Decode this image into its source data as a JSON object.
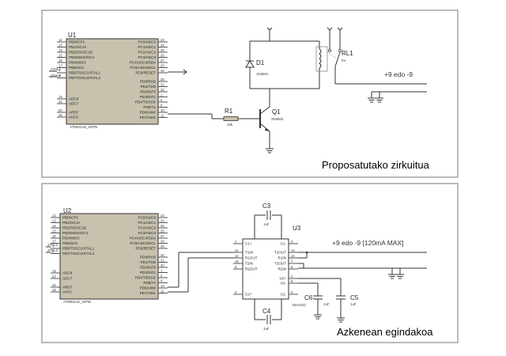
{
  "top": {
    "caption": "Proposatutako zirkuitua",
    "chip": {
      "ref": "U1",
      "part": "ATMEGA8_32PIN",
      "left_pins": [
        {
          "num": "12",
          "label": "PB0/ICP1"
        },
        {
          "num": "13",
          "label": "PB1/OC1A"
        },
        {
          "num": "14",
          "label": "PB2/SS/OC1B"
        },
        {
          "num": "15",
          "label": "PB3/MOSI/OC2"
        },
        {
          "num": "16",
          "label": "PB4/MISO"
        },
        {
          "num": "17",
          "label": "PB5/SCK"
        },
        {
          "num": "7",
          "label": "PB6/TOSC1/XTAL1"
        },
        {
          "num": "8",
          "label": "PB7/TOSC2/XTAL2"
        },
        {
          "num": "19",
          "label": "ADC6"
        },
        {
          "num": "22",
          "label": "ADC7"
        },
        {
          "num": "20",
          "label": "AREF"
        },
        {
          "num": "18",
          "label": "AVCC"
        }
      ],
      "right_pins": [
        {
          "num": "23",
          "label": "PC0/ADC0"
        },
        {
          "num": "24",
          "label": "PC1/ADC1"
        },
        {
          "num": "25",
          "label": "PC2/ADC2"
        },
        {
          "num": "26",
          "label": "PC3/ADC3"
        },
        {
          "num": "27",
          "label": "PC4/ADC4/SDA"
        },
        {
          "num": "28",
          "label": "PC5/ADC5/SCL"
        },
        {
          "num": "29",
          "label": "PC6/RESET"
        },
        {
          "num": "30",
          "label": "PD0/RXD"
        },
        {
          "num": "31",
          "label": "PD1/TXD"
        },
        {
          "num": "32",
          "label": "PD2/INT0"
        },
        {
          "num": "1",
          "label": "PD3/INT1"
        },
        {
          "num": "2",
          "label": "PD4/T0/XCK"
        },
        {
          "num": "9",
          "label": "PD5/T1"
        },
        {
          "num": "10",
          "label": "PD6/AIN0"
        },
        {
          "num": "11",
          "label": "PD7/AIN1"
        }
      ],
      "xtal_labels": [
        "XTAL1",
        "XTAL2"
      ]
    },
    "d1": {
      "ref": "D1",
      "part": "1N4001"
    },
    "r1": {
      "ref": "R1",
      "value": "10k"
    },
    "q1": {
      "ref": "Q1",
      "part": "2N3904"
    },
    "rl1": {
      "ref": "RL1",
      "value": "5V"
    },
    "output_label": "+9 edo -9"
  },
  "bottom": {
    "caption": "Azkenean egindakoa",
    "chip": {
      "ref": "U2",
      "part": "ATMEGA8_32PIN",
      "left_pins": [
        {
          "num": "12",
          "label": "PB0/ICP1"
        },
        {
          "num": "13",
          "label": "PB1/OC1A"
        },
        {
          "num": "14",
          "label": "PB2/SS/OC1B"
        },
        {
          "num": "15",
          "label": "PB3/MOSI/OC2"
        },
        {
          "num": "16",
          "label": "PB4/MISO"
        },
        {
          "num": "17",
          "label": "PB5/SCK"
        },
        {
          "num": "7",
          "label": "PB6/TOSC1/XTAL1"
        },
        {
          "num": "8",
          "label": "PB7/TOSC2/XTAL2"
        },
        {
          "num": "19",
          "label": "ADC6"
        },
        {
          "num": "22",
          "label": "ADC7"
        },
        {
          "num": "20",
          "label": "AREF"
        },
        {
          "num": "18",
          "label": "AVCC"
        }
      ],
      "right_pins": [
        {
          "num": "23",
          "label": "PC0/ADC0"
        },
        {
          "num": "24",
          "label": "PC1/ADC1"
        },
        {
          "num": "25",
          "label": "PC2/ADC2"
        },
        {
          "num": "26",
          "label": "PC3/ADC3"
        },
        {
          "num": "27",
          "label": "PC4/ADC4/SDA"
        },
        {
          "num": "28",
          "label": "PC5/ADC5/SCL"
        },
        {
          "num": "29",
          "label": "PC6/RESET"
        },
        {
          "num": "30",
          "label": "PD0/RXD"
        },
        {
          "num": "31",
          "label": "PD1/TXD"
        },
        {
          "num": "32",
          "label": "PD2/INT0"
        },
        {
          "num": "1",
          "label": "PD3/INT1"
        },
        {
          "num": "2",
          "label": "PD4/T0/XCK"
        },
        {
          "num": "9",
          "label": "PD5/T1"
        },
        {
          "num": "10",
          "label": "PD6/AIN0"
        },
        {
          "num": "11",
          "label": "PD7/AIN1"
        }
      ],
      "xtal_labels": [
        "XTAL1",
        "XTAL2"
      ]
    },
    "max": {
      "ref": "U3",
      "part": "MAX232",
      "left_pins": [
        {
          "num": "1",
          "label": "C1+"
        },
        {
          "num": "11",
          "label": "T1IN"
        },
        {
          "num": "12",
          "label": "R1OUT"
        },
        {
          "num": "10",
          "label": "T2IN"
        },
        {
          "num": "9",
          "label": "R2OUT"
        },
        {
          "num": "4",
          "label": "C2+"
        }
      ],
      "right_pins": [
        {
          "num": "3",
          "label": "C1-"
        },
        {
          "num": "14",
          "label": "T1OUT"
        },
        {
          "num": "13",
          "label": "R1IN"
        },
        {
          "num": "7",
          "label": "T2OUT"
        },
        {
          "num": "8",
          "label": "R2IN"
        },
        {
          "num": "2",
          "label": "VS+"
        },
        {
          "num": "6",
          "label": "VS-"
        },
        {
          "num": "5",
          "label": "C2-"
        }
      ]
    },
    "caps": {
      "c3": "C3",
      "c4": "C4",
      "c5": "C5",
      "c6": "C6"
    },
    "cap_values": {
      "c3": "1uF",
      "c4": "1uF",
      "c5": "1uF",
      "c6": "1uF"
    },
    "output_label": "+9 edo -9 [120mA MAX]"
  }
}
